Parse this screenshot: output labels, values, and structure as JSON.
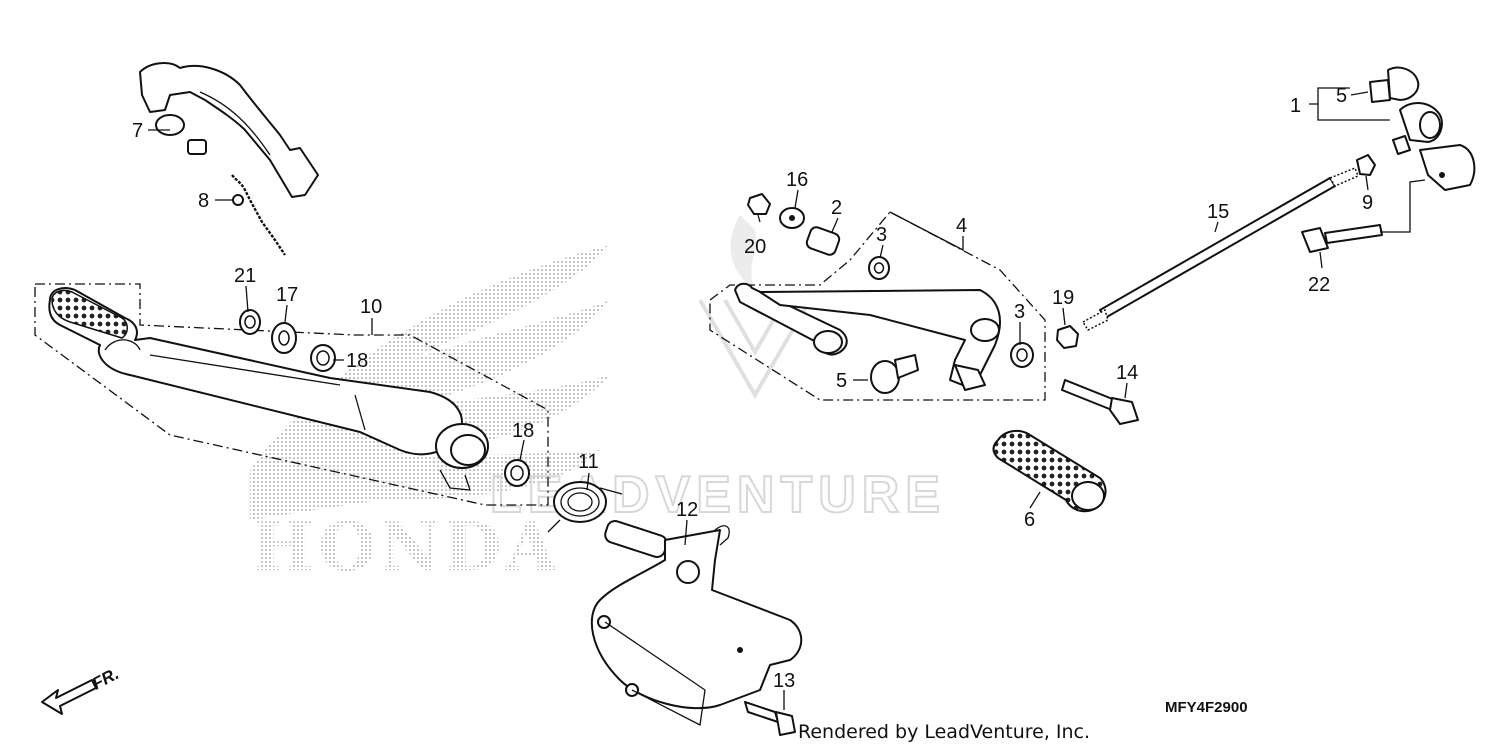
{
  "diagram": {
    "part_labels": {
      "p1": "1",
      "p2": "2",
      "p3a": "3",
      "p3b": "3",
      "p4": "4",
      "p5a": "5",
      "p5b": "5",
      "p6": "6",
      "p7": "7",
      "p8": "8",
      "p9": "9",
      "p10": "10",
      "p11": "11",
      "p12": "12",
      "p13": "13",
      "p14": "14",
      "p15": "15",
      "p16": "16",
      "p17": "17",
      "p18a": "18",
      "p18b": "18",
      "p19": "19",
      "p20": "20",
      "p21": "21",
      "p22": "22"
    },
    "direction_label": "FR.",
    "diagram_code": "MFY4F2900",
    "credit": "Rendered by LeadVenture, Inc.",
    "watermark_text": "LEADVENTURE",
    "brand_text": "HONDA"
  }
}
